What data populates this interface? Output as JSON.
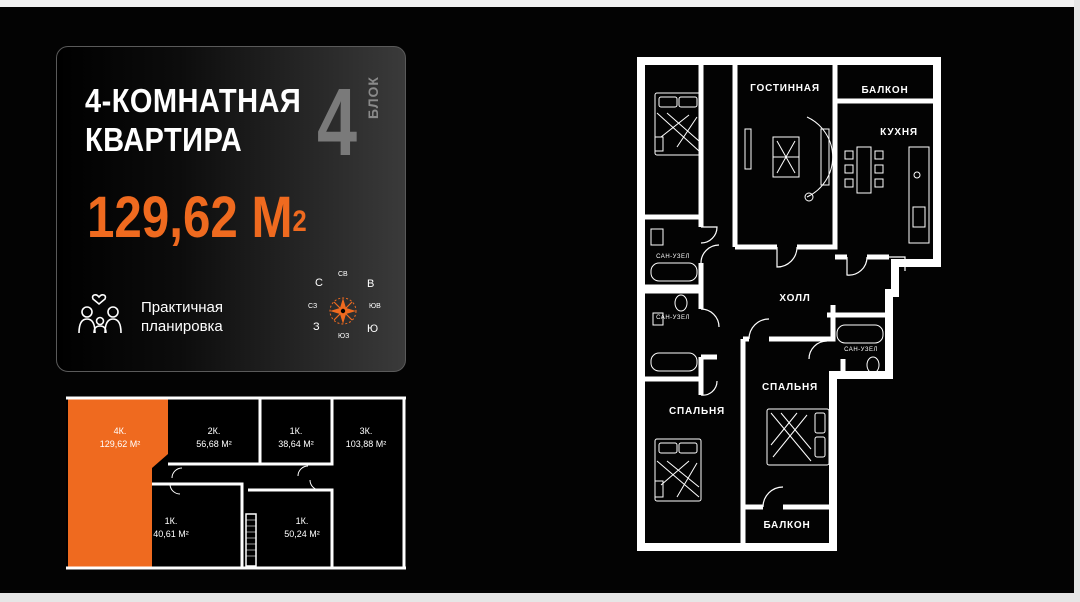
{
  "card": {
    "title_line1": "4-КОМНАТНАЯ",
    "title_line2": "КВАРТИРА",
    "block_number": "4",
    "block_label": "БЛОК",
    "area": "129,62 М",
    "area_unit_power": "2",
    "feature_line1": "Практичная",
    "feature_line2": "планировка",
    "feature_icon": "family-icon",
    "compass": {
      "n": "С",
      "ne": "СВ",
      "e": "В",
      "se": "ЮВ",
      "s": "Ю",
      "sw": "ЮЗ",
      "w": "З",
      "nw": "СЗ"
    }
  },
  "minimap": {
    "units": [
      {
        "name": "4К.",
        "area": "129,62 М²",
        "active": true
      },
      {
        "name": "2К.",
        "area": "56,68 М²"
      },
      {
        "name": "1К.",
        "area": "38,64 М²"
      },
      {
        "name": "3К.",
        "area": "103,88 М²"
      },
      {
        "name": "1К.",
        "area": "40,61 М²"
      },
      {
        "name": "1К.",
        "area": "50,24 М²"
      }
    ]
  },
  "plan": {
    "rooms": {
      "living": "ГОСТИННАЯ",
      "balcony_top": "БАЛКОН",
      "kitchen": "КУХНЯ",
      "hall": "ХОЛЛ",
      "bathroom1": "САН-УЗЕЛ",
      "bathroom2": "САН-УЗЕЛ",
      "bathroom3": "САН-УЗЕЛ",
      "bedroom_left": "СПАЛЬНЯ",
      "bedroom_right": "СПАЛЬНЯ",
      "balcony_bottom": "БАЛКОН"
    }
  },
  "colors": {
    "accent": "#ef6a1f",
    "background": "#030303",
    "walls": "#ffffff"
  }
}
